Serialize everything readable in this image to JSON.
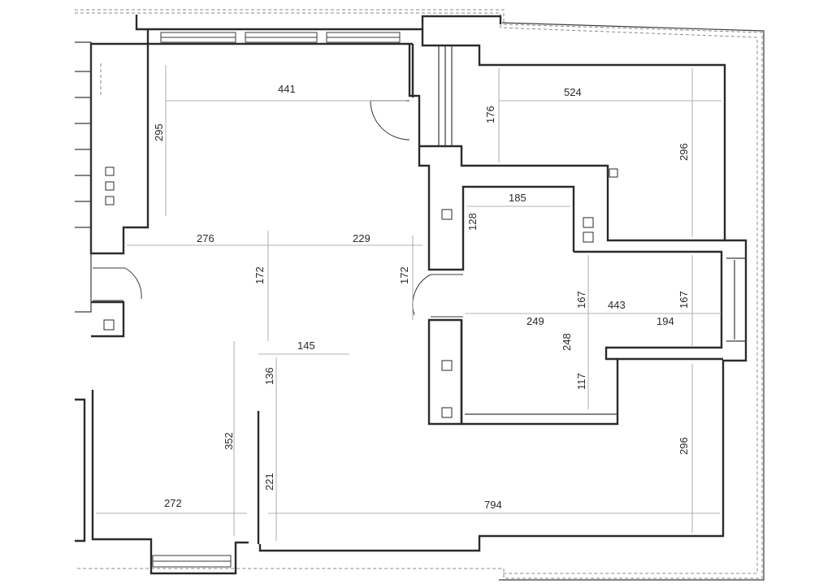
{
  "plan": {
    "dimensions": [
      {
        "id": "d-441",
        "text": "441"
      },
      {
        "id": "d-295",
        "text": "295"
      },
      {
        "id": "d-524",
        "text": "524"
      },
      {
        "id": "d-176",
        "text": "176"
      },
      {
        "id": "d-296-top",
        "text": "296"
      },
      {
        "id": "d-185",
        "text": "185"
      },
      {
        "id": "d-128",
        "text": "128"
      },
      {
        "id": "d-276",
        "text": "276"
      },
      {
        "id": "d-229",
        "text": "229"
      },
      {
        "id": "d-172-left",
        "text": "172"
      },
      {
        "id": "d-172-mid",
        "text": "172"
      },
      {
        "id": "d-167-left",
        "text": "167"
      },
      {
        "id": "d-443",
        "text": "443"
      },
      {
        "id": "d-167-right",
        "text": "167"
      },
      {
        "id": "d-249",
        "text": "249"
      },
      {
        "id": "d-194",
        "text": "194"
      },
      {
        "id": "d-248",
        "text": "248"
      },
      {
        "id": "d-117",
        "text": "117"
      },
      {
        "id": "d-145",
        "text": "145"
      },
      {
        "id": "d-136",
        "text": "136"
      },
      {
        "id": "d-352",
        "text": "352"
      },
      {
        "id": "d-296-bottom",
        "text": "296"
      },
      {
        "id": "d-221",
        "text": "221"
      },
      {
        "id": "d-272",
        "text": "272"
      },
      {
        "id": "d-794",
        "text": "794"
      }
    ]
  }
}
